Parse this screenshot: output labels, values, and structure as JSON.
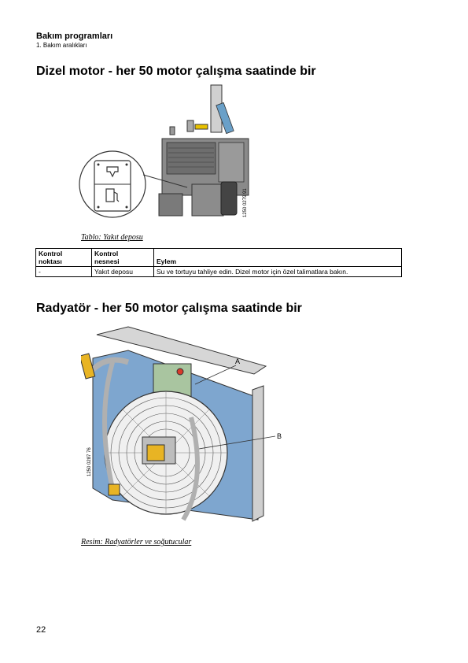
{
  "header": {
    "title": "Bakım programları",
    "subtitle": "1. Bakım aralıkları"
  },
  "section1": {
    "heading": "Dizel motor - her 50 motor çalışma saatinde bir",
    "figure_code": "1250 0279 91",
    "caption": "Tablo: Yakıt deposu"
  },
  "table": {
    "headers": [
      "Kontrol noktası",
      "Kontrol nesnesi",
      "Eylem"
    ],
    "header_lines": [
      [
        "Kontrol",
        "noktası"
      ],
      [
        "Kontrol",
        "nesnesi"
      ],
      [
        "Eylem"
      ]
    ],
    "rows": [
      [
        "-",
        "Yakıt deposu",
        "Su ve tortuyu tahliye edin. Dizel motor için özel talimatlara bakın."
      ]
    ]
  },
  "section2": {
    "heading": "Radyatör - her 50 motor çalışma saatinde bir",
    "figure_code": "1250 0287 76",
    "callout_a": "A",
    "callout_b": "B",
    "caption": "Resim: Radyatörler ve soğutucular"
  },
  "footer": {
    "page_number": "22"
  }
}
